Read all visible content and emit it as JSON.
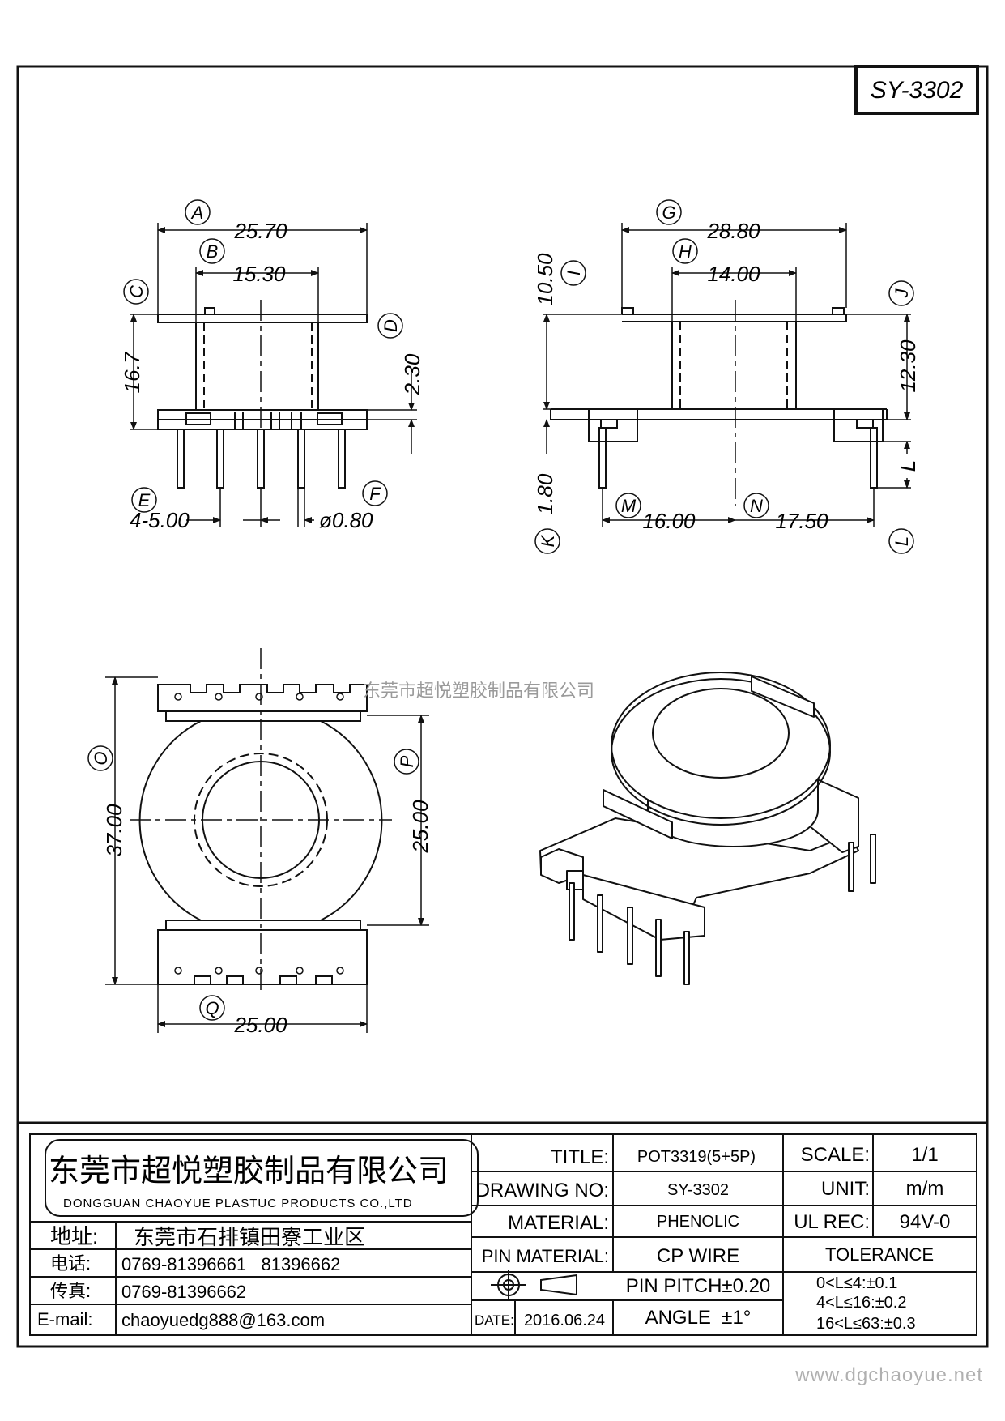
{
  "drawing_code": "SY-3302",
  "watermark_company": "东莞市超悦塑胶制品有限公司",
  "website": "www.dgchaoyue.net",
  "front_view": {
    "A": "A",
    "A_dim": "25.70",
    "B": "B",
    "B_dim": "15.30",
    "C": "C",
    "D": "D",
    "D_dim": "2.30",
    "height_dim": "16.7",
    "E": "E",
    "E_dim": "4-5.00",
    "F": "F",
    "F_dim": "ø0.80"
  },
  "side_view": {
    "G": "G",
    "G_dim": "28.80",
    "H": "H",
    "H_dim": "14.00",
    "I": "I",
    "I_dim": "10.50",
    "J": "J",
    "J_dim": "12.30",
    "K": "K",
    "K_dim": "1.80",
    "L": "L",
    "L_dim": "L",
    "M": "M",
    "M_dim": "16.00",
    "N": "N",
    "N_dim": "17.50"
  },
  "top_view": {
    "O": "O",
    "O_dim": "37.00",
    "P": "P",
    "P_dim": "25.00",
    "Q": "Q",
    "Q_dim": "25.00"
  },
  "title_block": {
    "company_cn": "东莞市超悦塑胶制品有限公司",
    "company_en": "DONGGUAN CHAOYUE PLASTUC PRODUCTS CO.,LTD",
    "address_label": "地址:",
    "address_value": "东莞市石排镇田寮工业区",
    "phone_label": "电话:",
    "phone_value": "0769-81396661   81396662",
    "fax_label": "传真:",
    "fax_value": "0769-81396662",
    "email_label": "E-mail:",
    "email_value": "chaoyuedg888@163.com",
    "title_label": "TITLE:",
    "title_value": "POT3319(5+5P)",
    "drawing_no_label": "DRAWING NO:",
    "drawing_no_value": "SY-3302",
    "material_label": "MATERIAL:",
    "material_value": "PHENOLIC",
    "pin_material_label": "PIN MATERIAL:",
    "pin_material_value": "CP WIRE",
    "pin_pitch": "PIN PITCH±0.20",
    "date_label": "DATE:",
    "date_value": "2016.06.24",
    "angle": "ANGLE  ±1°",
    "scale_label": "SCALE:",
    "scale_value": "1/1",
    "unit_label": "UNIT:",
    "unit_value": "m/m",
    "ul_rec_label": "UL REC:",
    "ul_rec_value": "94V-0",
    "tolerance_label": "TOLERANCE",
    "tolerance_rows": [
      "0<L≤4:±0.1",
      "4<L≤16:±0.2",
      "16<L≤63:±0.3"
    ]
  }
}
